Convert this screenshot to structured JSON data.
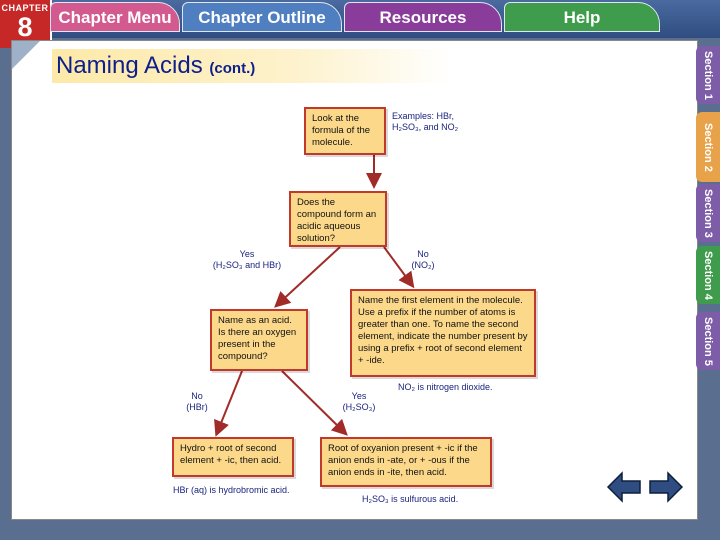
{
  "nav": {
    "chapter_label": "CHAPTER",
    "chapter_number": "8",
    "tabs": [
      "Chapter Menu",
      "Chapter Outline",
      "Resources",
      "Help"
    ]
  },
  "slide": {
    "title": "Naming Acids",
    "title_suffix": "(cont.)"
  },
  "sections": [
    "Section 1",
    "Section 2",
    "Section 3",
    "Section 4",
    "Section 5"
  ],
  "flowchart": {
    "start_box": "Look at the formula of the molecule.",
    "examples_note": "Examples: HBr, H₂SO₃, and NO₂",
    "question_box": "Does the compound form an acidic aqueous solution?",
    "yes_label": "Yes",
    "yes_sub": "(H₂SO₃ and HBr)",
    "no_label": "No",
    "no_sub": "(NO₂)",
    "acid_box": "Name as an acid. Is there an oxygen present in the compound?",
    "molecule_box": "Name the first element in the molecule. Use a prefix if the number of atoms is greater than one. To name the second element, indicate the number present by using a prefix + root of second element + -ide.",
    "molecule_caption": "NO₂ is nitrogen dioxide.",
    "no2_label": "No",
    "no2_sub": "(HBr)",
    "yes2_label": "Yes",
    "yes2_sub": "(H₂SO₃)",
    "hydro_box": "Hydro + root of second element + -ic, then acid.",
    "hydro_caption": "HBr (aq) is hydrobromic acid.",
    "oxy_box": "Root of oxyanion present + -ic if the anion ends in -ate, or + -ous if the anion ends in -ite, then acid.",
    "oxy_caption": "H₂SO₃ is sulfurous acid."
  },
  "colors": {
    "box_fill": "#fcd98a",
    "box_border": "#c0392b",
    "arrow": "#a02b28",
    "title": "#0d1f8a"
  }
}
